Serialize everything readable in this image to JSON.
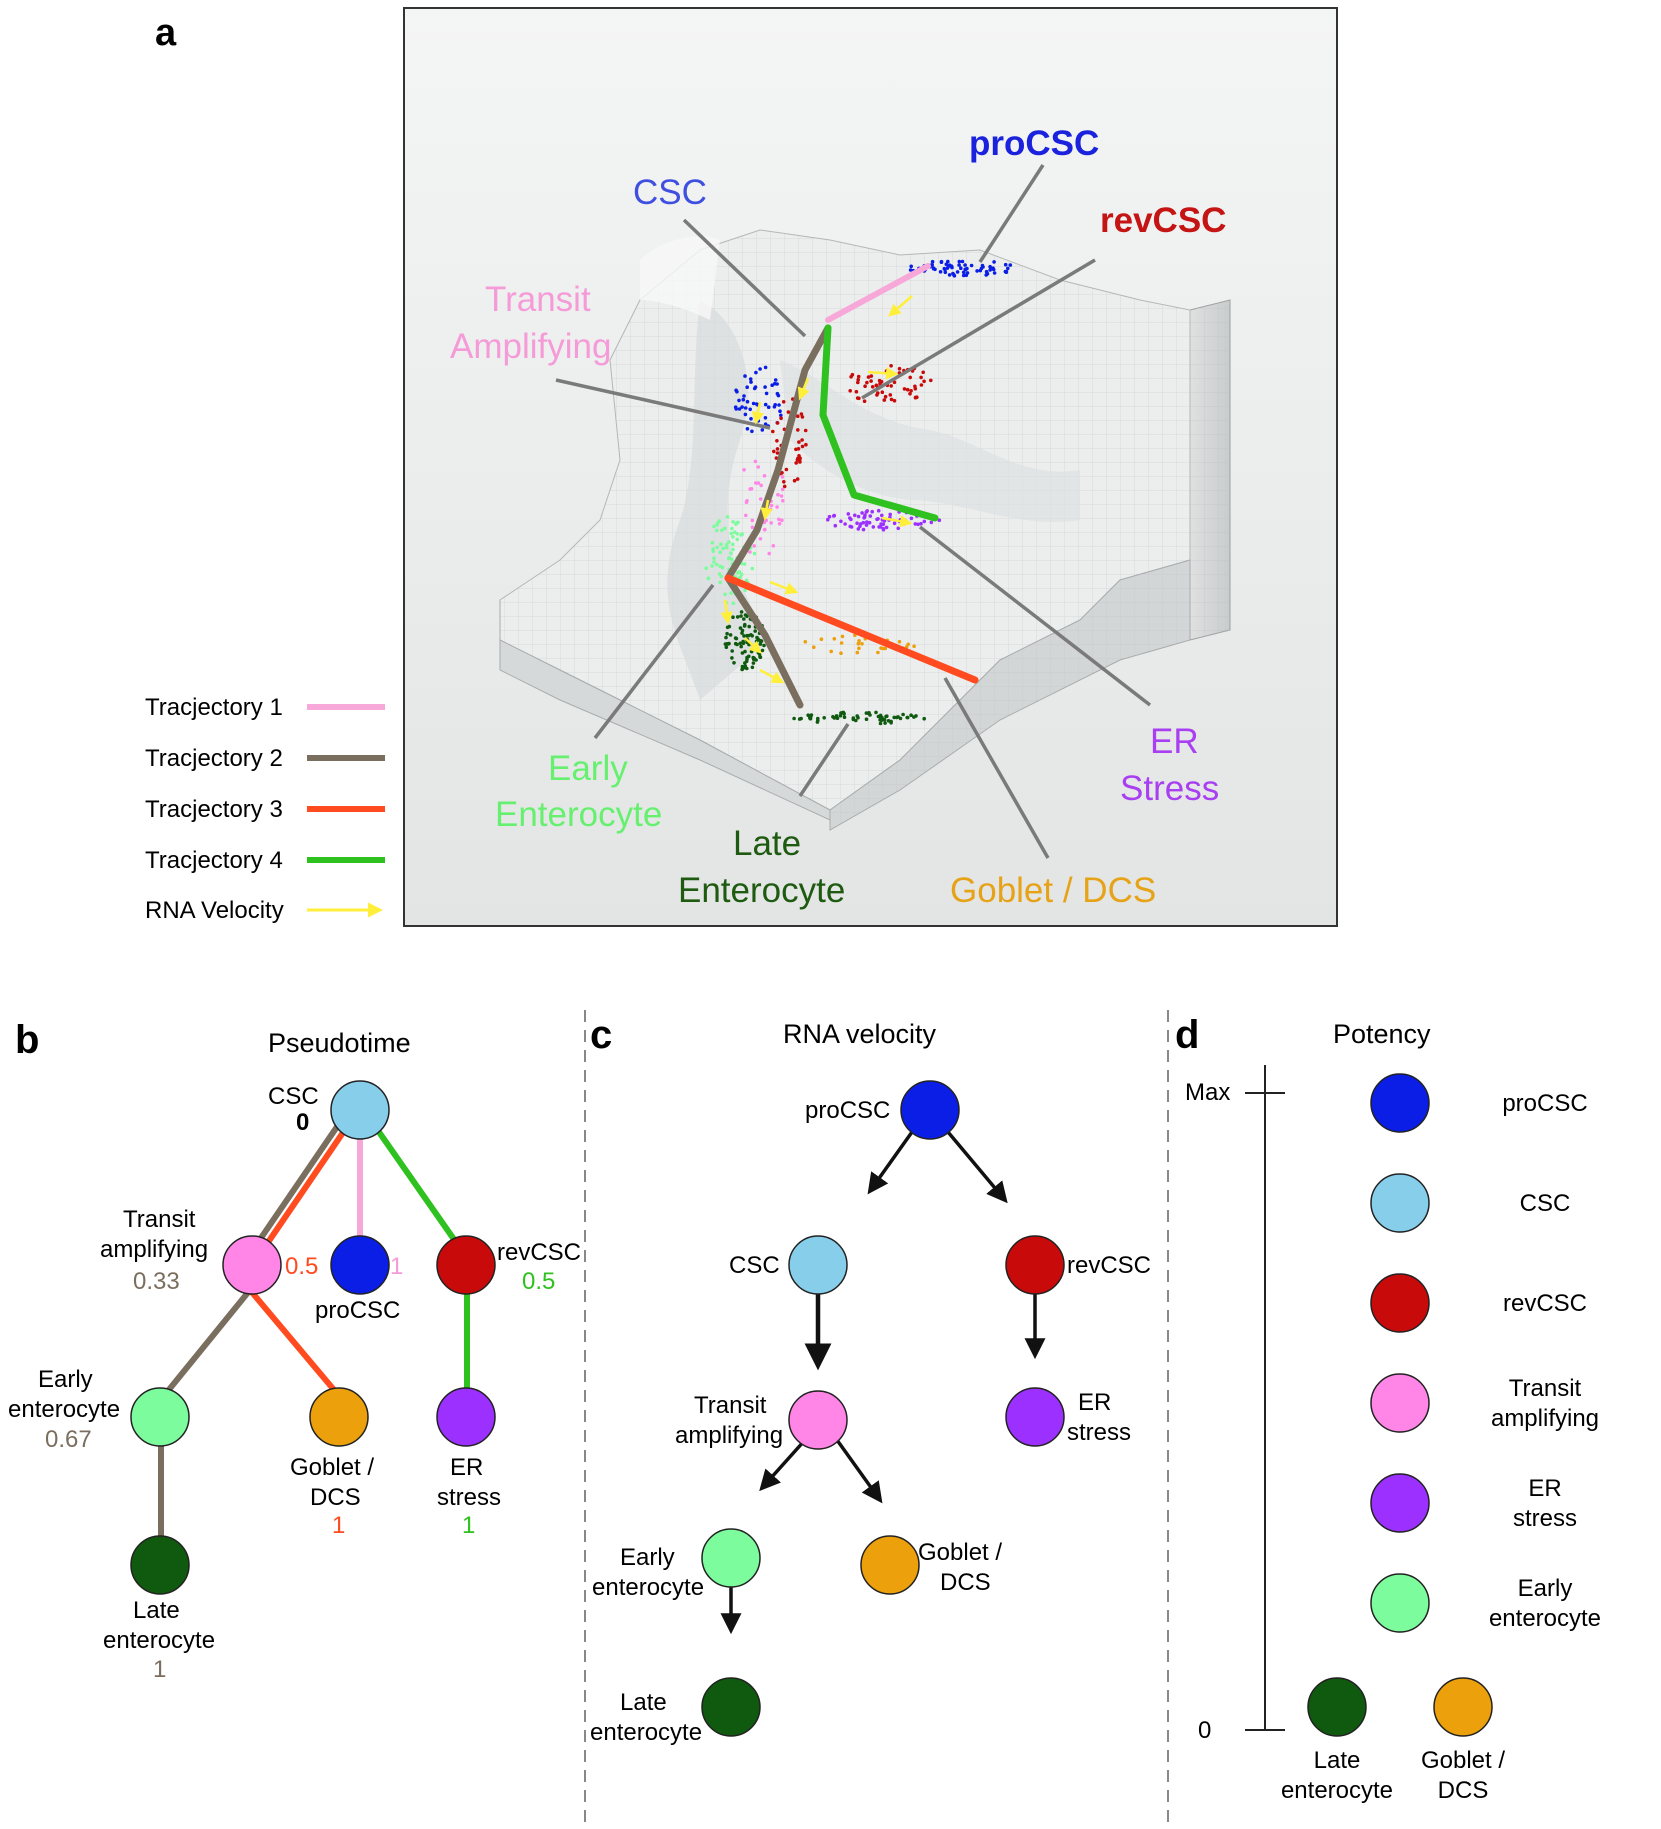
{
  "panel_a": {
    "letter": "a",
    "labels": {
      "procsc": "proCSC",
      "csc": "CSC",
      "revcsc": "revCSC",
      "transit_line1": "Transit",
      "transit_line2": "Amplifying",
      "early_line1": "Early",
      "early_line2": "Enterocyte",
      "late_line1": "Late",
      "late_line2": "Enterocyte",
      "er_line1": "ER",
      "er_line2": "Stress",
      "goblet": "Goblet / DCS"
    },
    "legend": [
      {
        "label": "Tracjectory 1",
        "color": "#f7a8d8"
      },
      {
        "label": "Tracjectory 2",
        "color": "#7a6e5e"
      },
      {
        "label": "Tracjectory 3",
        "color": "#ff4b1f"
      },
      {
        "label": "Tracjectory 4",
        "color": "#2fc11f"
      },
      {
        "label": "RNA Velocity",
        "color": "#ffef3a"
      }
    ]
  },
  "panel_b": {
    "letter": "b",
    "title": "Pseudotime",
    "csc_label": "CSC",
    "csc_value": "0",
    "transit_line1": "Transit",
    "transit_line2": "amplifying",
    "transit_value": "0.33",
    "transit_value_red": "0.5",
    "procsc_label": "proCSC",
    "procsc_value": "1",
    "revcsc_label": "revCSC",
    "revcsc_value": "0.5",
    "early_line1": "Early",
    "early_line2": "enterocyte",
    "early_value": "0.67",
    "goblet_line1": "Goblet /",
    "goblet_line2": "DCS",
    "goblet_value": "1",
    "er_line1": "ER",
    "er_line2": "stress",
    "er_value": "1",
    "late_line1": "Late",
    "late_line2": "enterocyte",
    "late_value": "1"
  },
  "panel_c": {
    "letter": "c",
    "title": "RNA velocity",
    "procsc": "proCSC",
    "csc": "CSC",
    "revcsc": "revCSC",
    "transit_line1": "Transit",
    "transit_line2": "amplifying",
    "er_line1": "ER",
    "er_line2": "stress",
    "early_line1": "Early",
    "early_line2": "enterocyte",
    "goblet_line1": "Goblet /",
    "goblet_line2": "DCS",
    "late_line1": "Late",
    "late_line2": "enterocyte"
  },
  "panel_d": {
    "letter": "d",
    "title": "Potency",
    "axis_max": "Max",
    "axis_min": "0",
    "items": [
      {
        "line1": "proCSC",
        "line2": "",
        "color": "#0a1ee6"
      },
      {
        "line1": "CSC",
        "line2": "",
        "color": "#87ceeb"
      },
      {
        "line1": "revCSC",
        "line2": "",
        "color": "#c90a0a"
      },
      {
        "line1": "Transit",
        "line2": "amplifying",
        "color": "#ff85e6"
      },
      {
        "line1": "ER",
        "line2": "stress",
        "color": "#9b30ff"
      },
      {
        "line1": "Early",
        "line2": "enterocyte",
        "color": "#7cfc9c"
      }
    ],
    "bottom_items": [
      {
        "line1": "Late",
        "line2": "enterocyte",
        "color": "#0f5a0f"
      },
      {
        "line1": "Goblet /",
        "line2": "DCS",
        "color": "#eba00c"
      }
    ]
  },
  "colors": {
    "procsc": "#0a1ee6",
    "csc": "#87ceeb",
    "revcsc": "#c90a0a",
    "transit": "#ff85e6",
    "er": "#9b30ff",
    "early": "#7cfc9c",
    "late": "#0f5a0f",
    "goblet": "#eba00c",
    "traj1": "#f7a8d8",
    "traj2": "#7a6e5e",
    "traj3": "#ff4b1f",
    "traj4": "#2fc11f"
  }
}
